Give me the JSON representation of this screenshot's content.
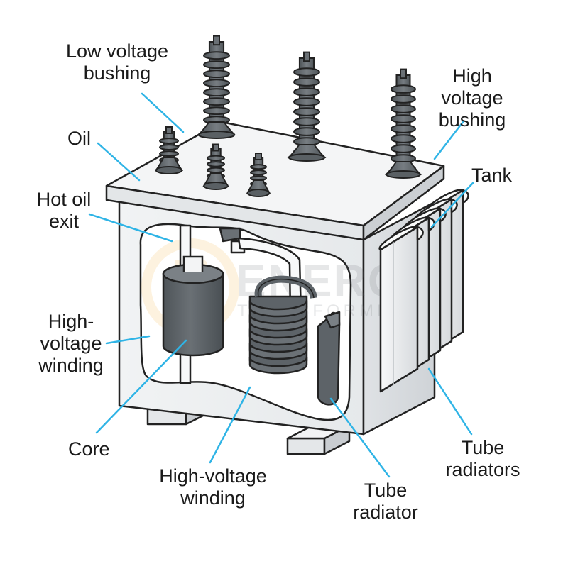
{
  "diagram": {
    "labels": {
      "low_voltage_bushing": [
        "Low voltage",
        "bushing"
      ],
      "high_voltage_bushing": [
        "High",
        "voltage",
        "bushing"
      ],
      "oil": "Oil",
      "tank": "Tank",
      "hot_oil_exit": [
        "Hot oil",
        "exit"
      ],
      "high_voltage_winding_left": [
        "High-",
        "voltage",
        "winding"
      ],
      "core": "Core",
      "high_voltage_winding_bottom": [
        "High-voltage",
        "winding"
      ],
      "tube_radiator": [
        "Tube",
        "radiator"
      ],
      "tube_radiators": [
        "Tube",
        "radiators"
      ]
    },
    "watermark": {
      "brand": "ENERGY",
      "sub": "TRANSFORMER"
    },
    "colors": {
      "leader": "#2fb4e6",
      "outline": "#222222",
      "tank_fill": "#eef0f1",
      "tank_side": "#d9dcdf",
      "component": "#5d6368",
      "watermark": "#f3b33d"
    }
  }
}
